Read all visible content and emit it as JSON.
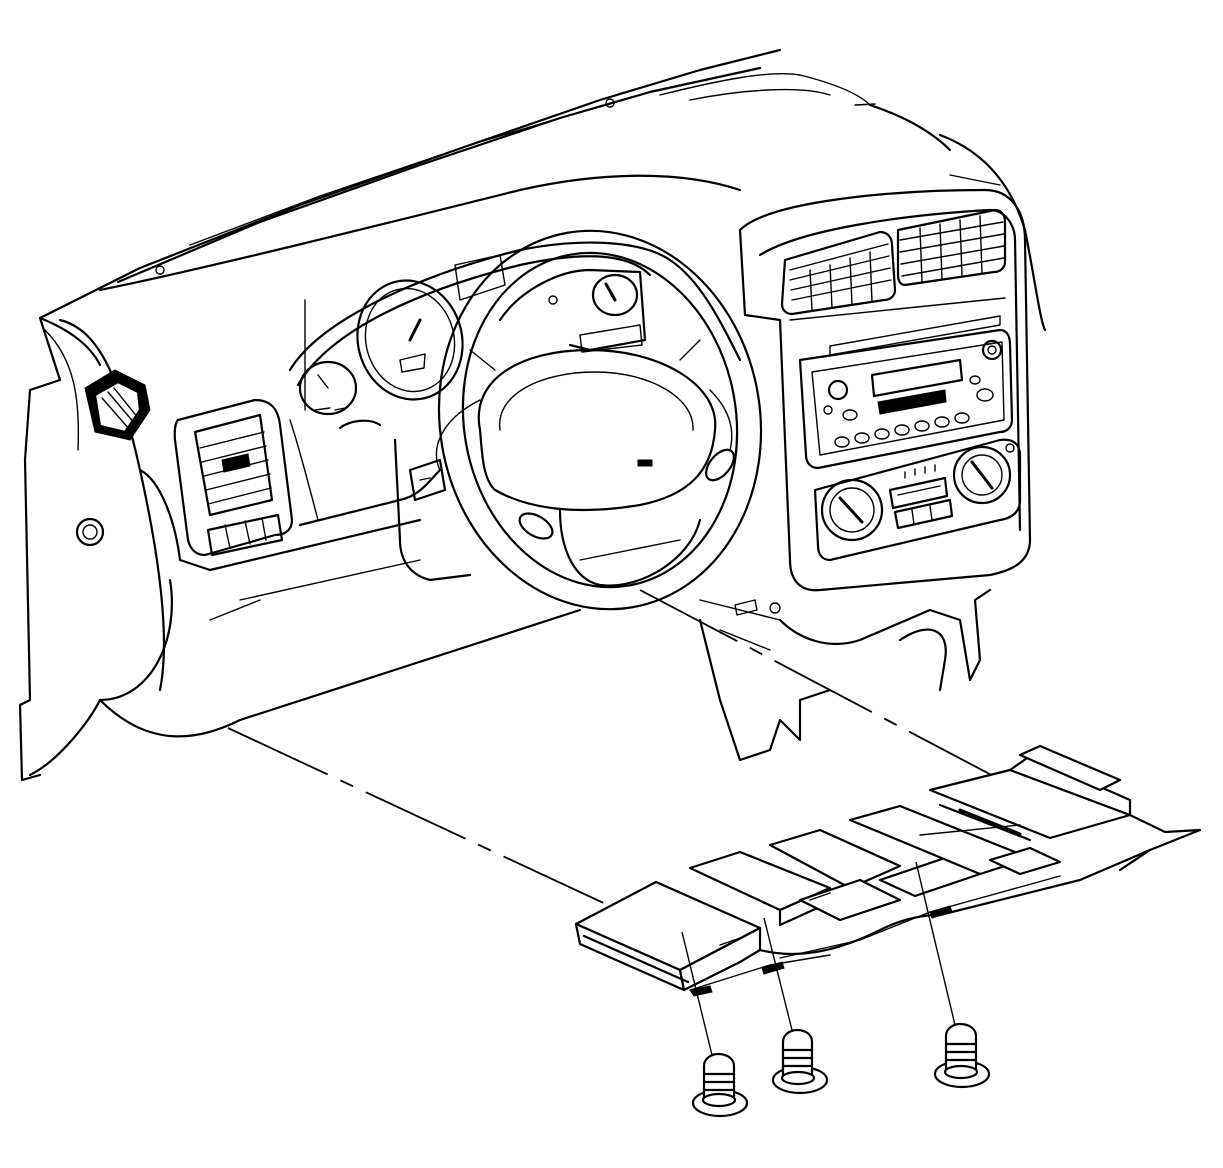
{
  "figure": {
    "subject": "instrument-panel-with-lower-trim-panel-and-push-pin-retainers",
    "colors": {
      "line": "#000000",
      "background": "#ffffff"
    },
    "parts": [
      {
        "id": "instrument-panel",
        "icon": "dashboard-icon"
      },
      {
        "id": "steering-wheel",
        "icon": "steering-wheel-icon"
      },
      {
        "id": "instrument-cluster",
        "icon": "gauge-icon"
      },
      {
        "id": "radio",
        "icon": "radio-icon"
      },
      {
        "id": "hvac-control",
        "icon": "knob-icon"
      },
      {
        "id": "lower-trim-panel",
        "icon": "panel-icon"
      },
      {
        "id": "push-pin-retainer",
        "icon": "fastener-icon",
        "count": 3
      }
    ]
  }
}
